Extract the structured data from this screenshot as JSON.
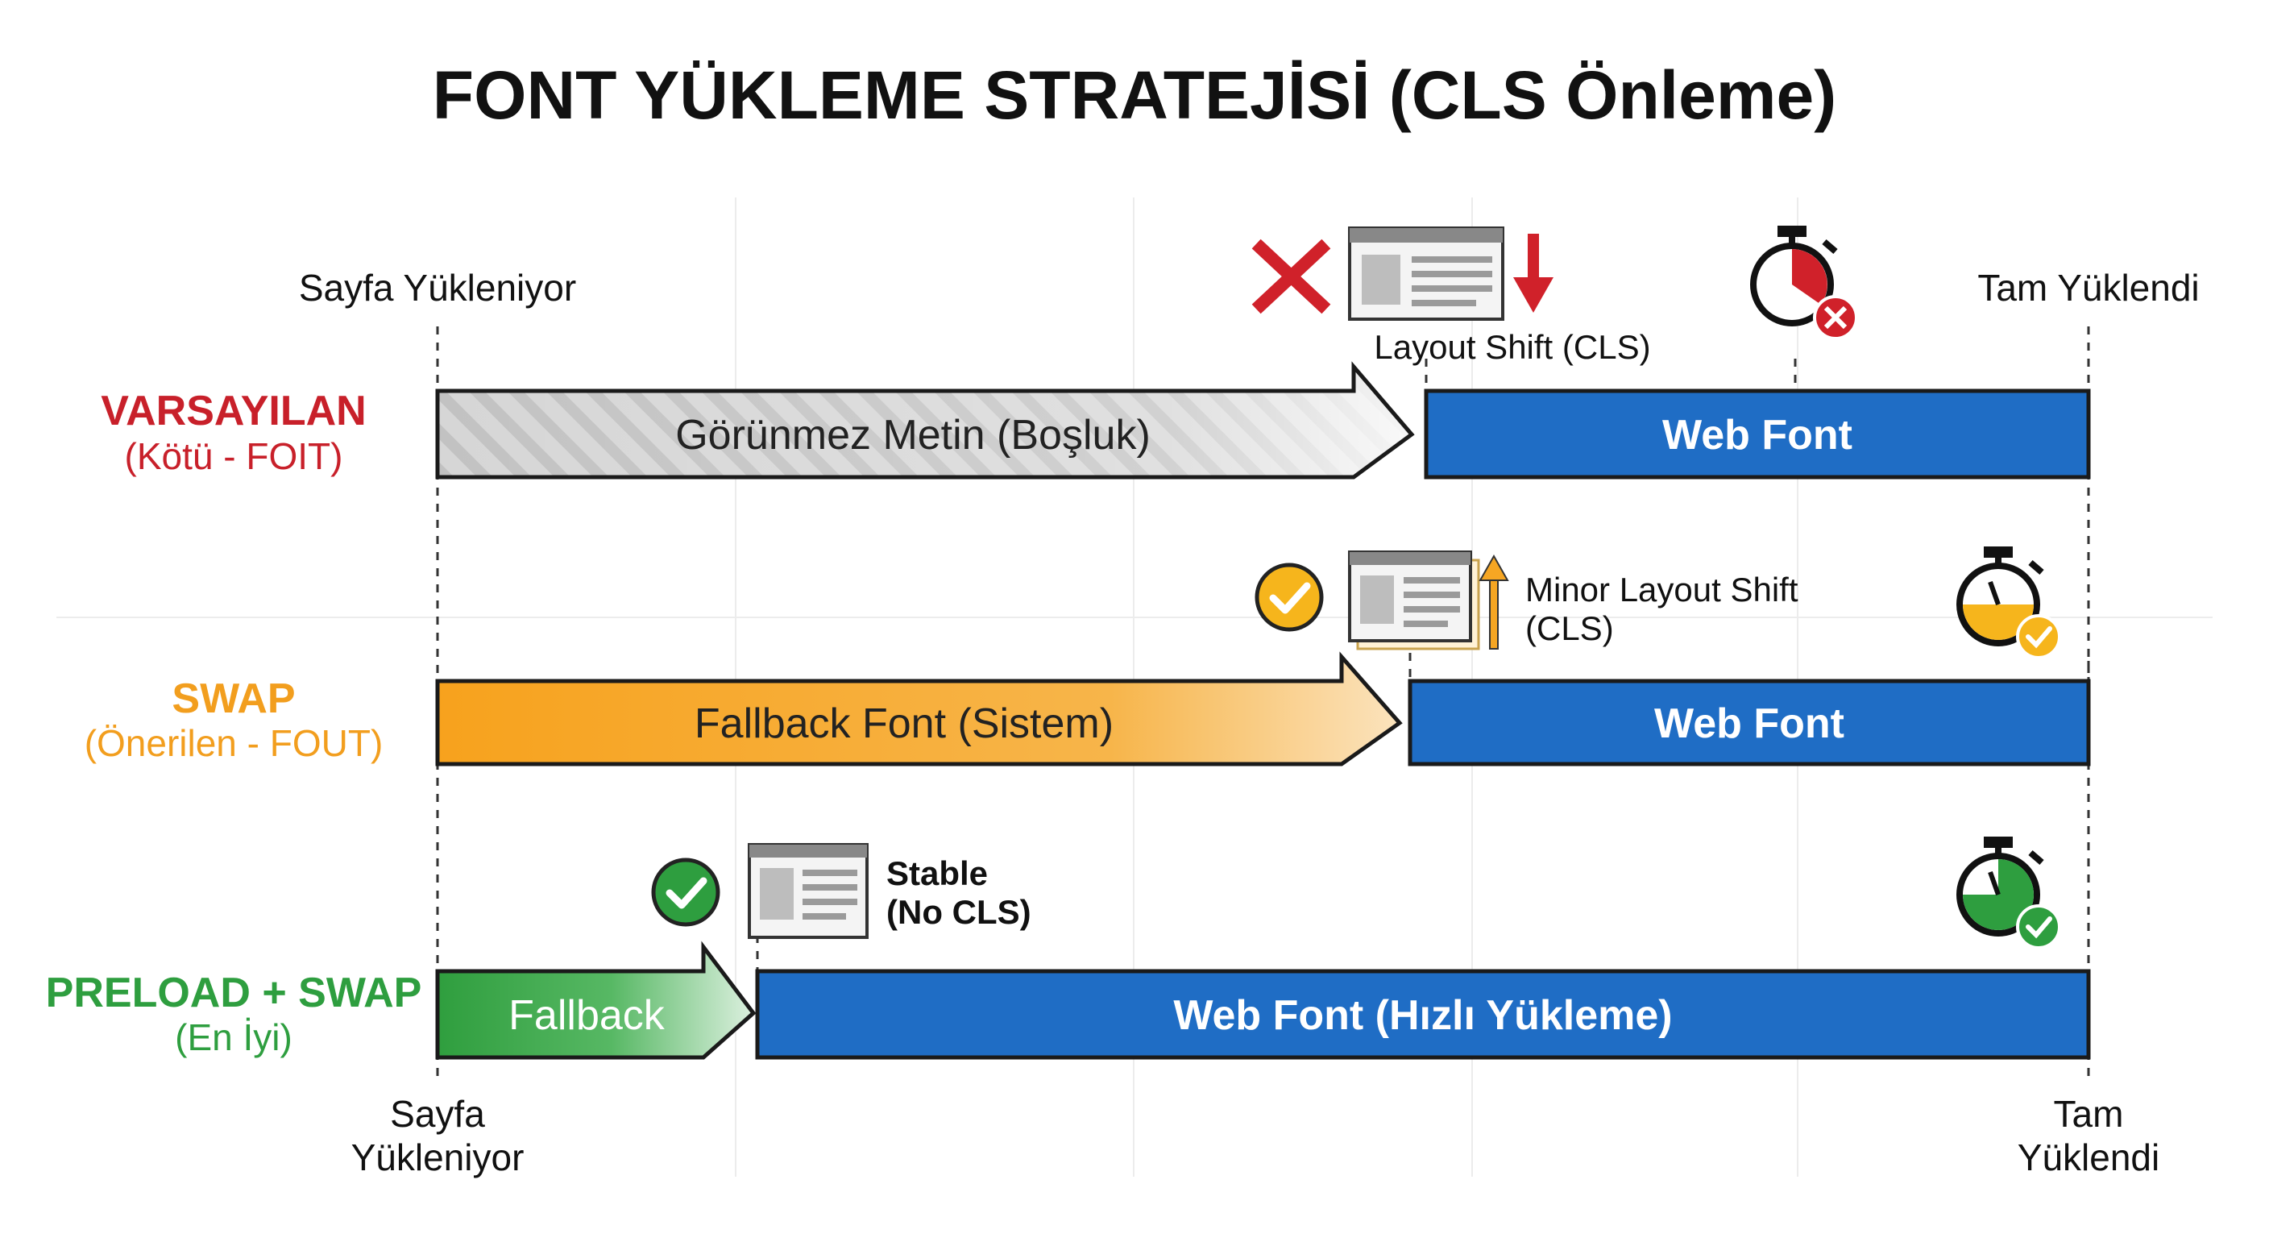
{
  "title": "FONT YÜKLEME STRATEJİSİ (CLS Önleme)",
  "timeline": {
    "start_top": "Sayfa Yükleniyor",
    "end_top": "Tam Yüklendi",
    "start_bottom": [
      "Sayfa",
      "Yükleniyor"
    ],
    "end_bottom": [
      "Tam",
      "Yüklendi"
    ]
  },
  "colors": {
    "red": "#c8202a",
    "orange": "#f6a623",
    "green": "#2e9e3f",
    "blue": "#1f6dc5",
    "gray": "#d2d2d2"
  },
  "rows": [
    {
      "label": "VARSAYILAN",
      "sublabel": "(Kötü - FOIT)",
      "first_phase": "Görünmez Metin (Boşluk)",
      "second_phase": "Web Font",
      "annotation": [
        "Layout Shift (CLS)"
      ],
      "status_icon": "cross-icon",
      "timer_icon": "stopwatch-fail-icon"
    },
    {
      "label": "SWAP",
      "sublabel": "(Önerilen - FOUT)",
      "first_phase": "Fallback Font (Sistem)",
      "second_phase": "Web Font",
      "annotation": [
        "Minor Layout Shift",
        "(CLS)"
      ],
      "status_icon": "check-circle-icon",
      "timer_icon": "stopwatch-partial-icon"
    },
    {
      "label": "PRELOAD + SWAP",
      "sublabel": "(En İyi)",
      "first_phase": "Fallback",
      "second_phase": "Web Font (Hızlı Yükleme)",
      "annotation": [
        "Stable",
        "(No CLS)"
      ],
      "status_icon": "check-circle-icon",
      "timer_icon": "stopwatch-success-icon"
    }
  ]
}
